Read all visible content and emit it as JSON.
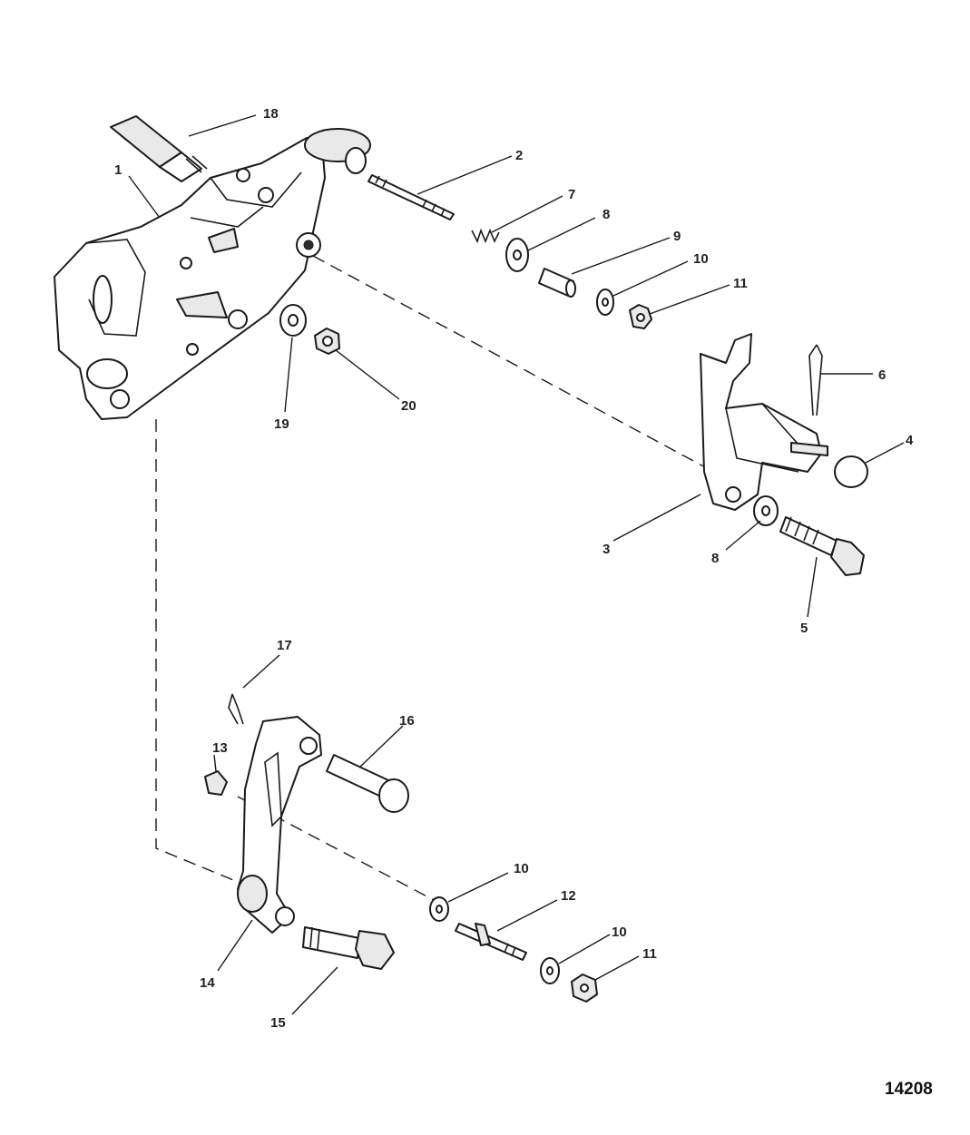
{
  "figure_number": "14208",
  "callouts": {
    "c1": "1",
    "c2": "2",
    "c3": "3",
    "c4": "4",
    "c5": "5",
    "c6": "6",
    "c7": "7",
    "c8a": "8",
    "c8b": "8",
    "c9": "9",
    "c10a": "10",
    "c10b": "10",
    "c10c": "10",
    "c11a": "11",
    "c11b": "11",
    "c12": "12",
    "c13": "13",
    "c14": "14",
    "c15": "15",
    "c16": "16",
    "c17": "17",
    "c18": "18",
    "c19": "19",
    "c20": "20"
  }
}
